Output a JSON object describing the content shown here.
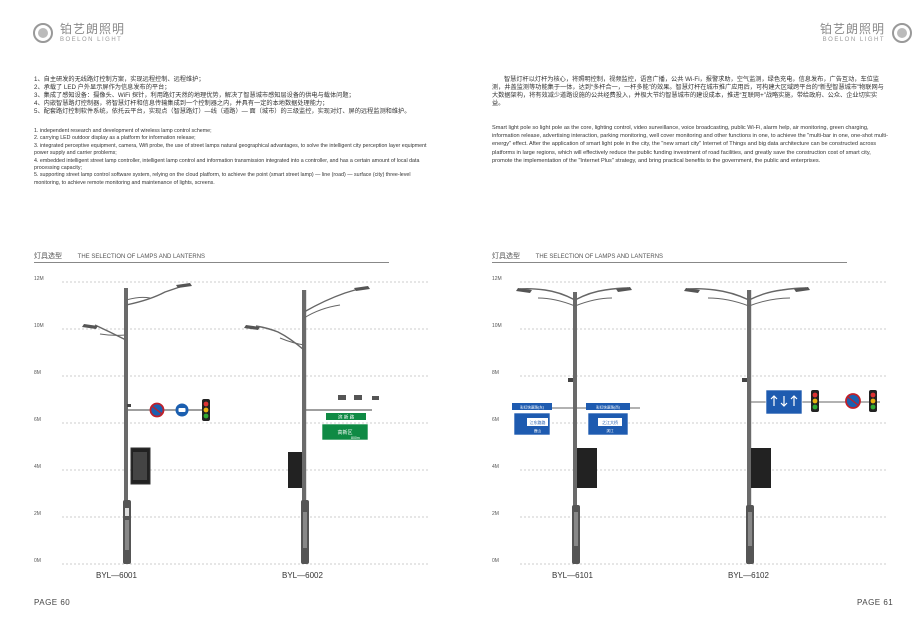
{
  "logo": {
    "cn": "铂艺朗照明",
    "en": "BOELON LIGHT"
  },
  "left_page": {
    "cn_items": [
      "1、自主研发的无线路灯控制方案，实现远程控制、远程维护；",
      "2、承载了 LED 户外显示屏作为信息发布的平台；",
      "3、集成了感知设备：摄像头、WiFi 探针，利用路灯天然的地理优势，解决了智慧城市感知层设备的供电与载体问题；",
      "4、内嵌智慧路灯控制器，将智慧灯杆和信息传输集成到一个控制器之内，并具有一定的本地数据处理能力；",
      "5、配套路灯控制软件系统，依托云平台，实现点（智慧路灯）—线（道路）— 面（城市）的三级监控，实现对灯、屏的远程监测和维护。"
    ],
    "en_items": [
      "1. independent research and development of wireless lamp control scheme;",
      "2. carrying LED outdoor display as a platform for information release;",
      "3. integrated perceptive equipment, camera, Wifi probe, the use of street lamps natural geographical advantages, to solve the intelligent city perception layer equipment power supply and carrier problems;",
      "4. embedded intelligent street lamp controller, intelligent lamp control and information transmission integrated into a controller, and has a certain amount of local data processing capacity;",
      "5. supporting street lamp control software system, relying on the cloud platform, to achieve the point (smart street lamp) — line (road) — surface (city) three-level monitoring, to achieve remote monitoring and maintenance of lights, screens."
    ],
    "section_title_cn": "灯具选型",
    "section_title_en": "THE SELECTION OF LAMPS AND LANTERNS",
    "models": [
      "BYL—6001",
      "BYL—6002"
    ],
    "page": "PAGE 60"
  },
  "right_page": {
    "cn_paragraph": "智慧灯杆以灯杆为核心，将照明控制，视频监控，语音广播，公共 Wi-Fi，报警求助，空气监测，绿色充电，信息发布，广告互动，车位监测，井盖监测等功能集于一体，达到“多杆合一，一杆多能”的效果。智慧灯杆在城市推广应用后，可构建大区域跨平台的“新型智慧城市”物联网与大数据架构，将有效减少道路设施的公共经费投入，并极大节约智慧城市的建设成本，推进“互联网+”战略实施，带给政府、公众、企业切实实益。",
    "en_paragraph": "Smart light pole so light pole as the core, lighting control, video surveillance, voice broadcasting, public Wi-Fi, alarm help, air monitoring, green charging, information release, advertising interaction, parking monitoring, well cover monitoring and other functions in one, to achieve the \"multi-bar in one, one-shot multi-energy\" effect. After the application of smart light pole in the city, the \"new smart city\" Internet of Things and big data architecture can be constructed across platforms in large regions, which will effectively reduce the public funding investment of road facilities, and greatly save the construction cost of smart city, promote the implementation of the \"Internet Plus\" strategy, and bring practical benefits to the government, the public and enterprises.",
    "section_title_cn": "灯具选型",
    "section_title_en": "THE SELECTION OF LAMPS AND LANTERNS",
    "models": [
      "BYL—6101",
      "BYL—6102"
    ],
    "page": "PAGE 61"
  },
  "height_scale": [
    "12M",
    "10M",
    "8M",
    "6M",
    "4M",
    "2M",
    "0M"
  ],
  "signs": {
    "green_sign_top": "滨 新 路",
    "green_sign_main": "高新区",
    "green_sign_dist": "800m",
    "blue_sign_1_top": "彩虹快速路(东)",
    "blue_sign_1_main": "江东路路",
    "blue_sign_1_sub": "鹿山",
    "blue_sign_2_top": "彩虹快速路(西)",
    "blue_sign_2_main": "之江大桥",
    "blue_sign_2_sub": "滨江"
  }
}
